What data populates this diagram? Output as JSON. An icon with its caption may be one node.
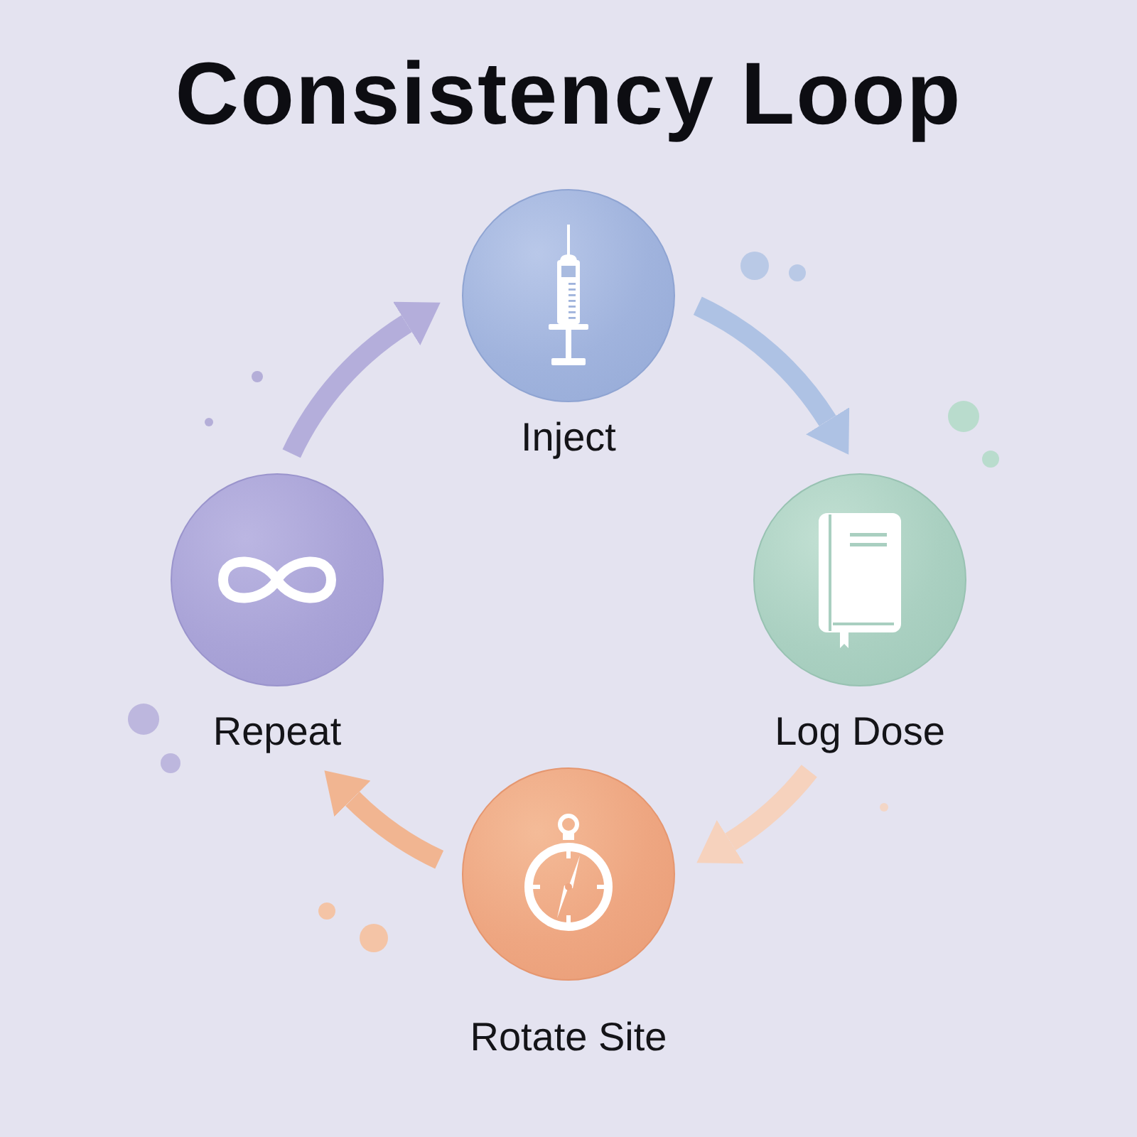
{
  "diagram": {
    "title": "Consistency Loop",
    "nodes": [
      {
        "text": [
          "Inject"
        ]
      },
      {
        "text": [
          "Log Dose"
        ]
      },
      {
        "text": [
          "Rotate Site"
        ]
      },
      {
        "text": [
          "Repeat"
        ]
      }
    ],
    "edges": [
      {
        "from": 0,
        "to": 1,
        "arrow": "to",
        "color": "#aec2e4"
      },
      {
        "from": 1,
        "to": 2,
        "arrow": "to",
        "color": "#f6d2bd"
      },
      {
        "from": 2,
        "to": 3,
        "arrow": "to",
        "color": "#f1b591"
      },
      {
        "from": 3,
        "to": 0,
        "arrow": "to",
        "color": "#b4aedb"
      }
    ]
  }
}
